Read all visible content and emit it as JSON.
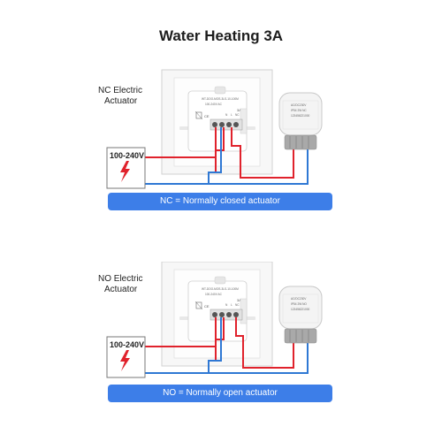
{
  "title": "Water Heating 3A",
  "sections": [
    {
      "actuator_label_line1": "NC Electric",
      "actuator_label_line2": "Actuator",
      "voltage": "100-240V",
      "banner": "NC = Normally closed actuator",
      "board_line1": "WT-DOO-MOS-3LS-10-100M",
      "board_line2": "100-240V AC",
      "terminal_labels": [
        "N",
        "L",
        "NC",
        "NO"
      ],
      "rating": "3A",
      "actuator_spec_line1": "AC/DC230V",
      "actuator_spec_line2": "IP54   2W NC",
      "actuator_spec_line3": "123456221000"
    },
    {
      "actuator_label_line1": "NO Electric",
      "actuator_label_line2": "Actuator",
      "voltage": "100-240V",
      "banner": "NO = Normally open actuator",
      "board_line1": "WT-DOO-MOS-3LS-10-100M",
      "board_line2": "100-240V AC",
      "terminal_labels": [
        "N",
        "L",
        "NC",
        "NO"
      ],
      "rating": "3A",
      "actuator_spec_line1": "AC/DC230V",
      "actuator_spec_line2": "IP54   2W NO",
      "actuator_spec_line3": "123456221000"
    }
  ],
  "colors": {
    "live_wire": "#e0222c",
    "neutral_wire": "#2f78d4",
    "banner": "#3d7ee8",
    "bolt": "#e0222c"
  },
  "icons": [
    "lightning-bolt-icon",
    "recycle-bin-icon",
    "ce-mark-icon"
  ]
}
